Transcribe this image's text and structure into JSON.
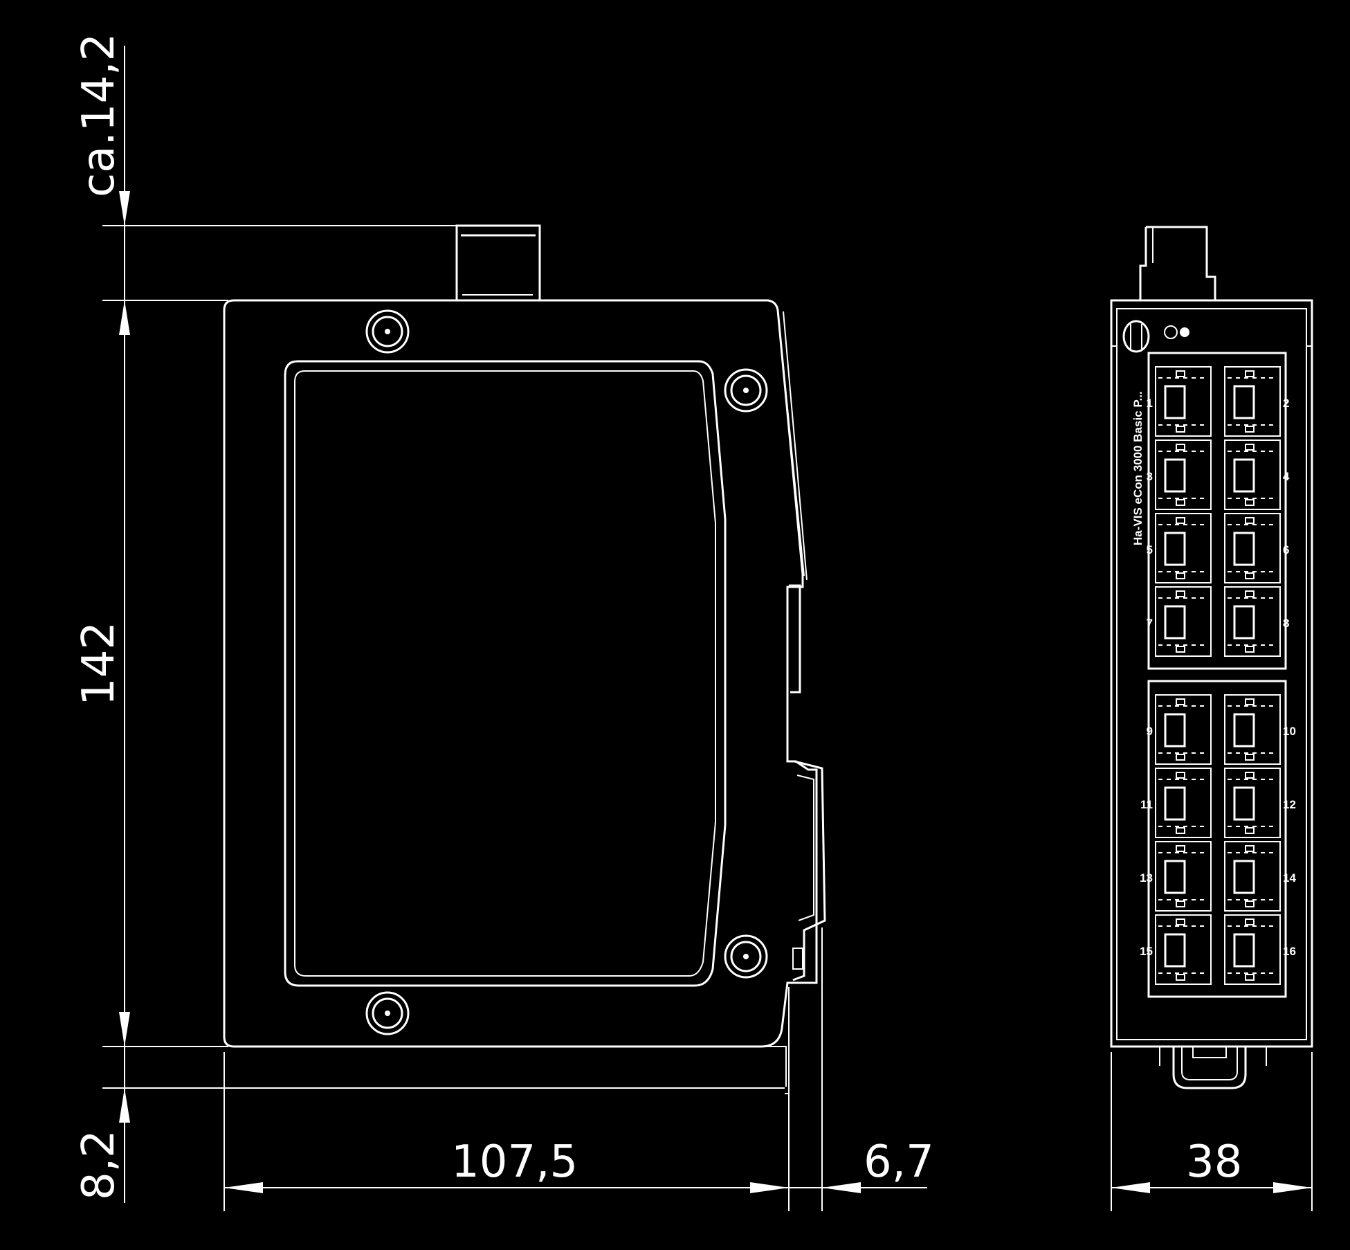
{
  "dimensions": {
    "top_height": "ca.14,2",
    "main_height": "142",
    "bottom_height": "8,2",
    "depth": "107,5",
    "rail_depth": "6,7",
    "width": "38"
  },
  "front_view": {
    "brand_text": "Ha-VIS eCon 3000 Basic P...",
    "port_labels": [
      "1",
      "2",
      "3",
      "4",
      "5",
      "6",
      "7",
      "8",
      "9",
      "10",
      "11",
      "12",
      "13",
      "14",
      "15",
      "16"
    ]
  }
}
